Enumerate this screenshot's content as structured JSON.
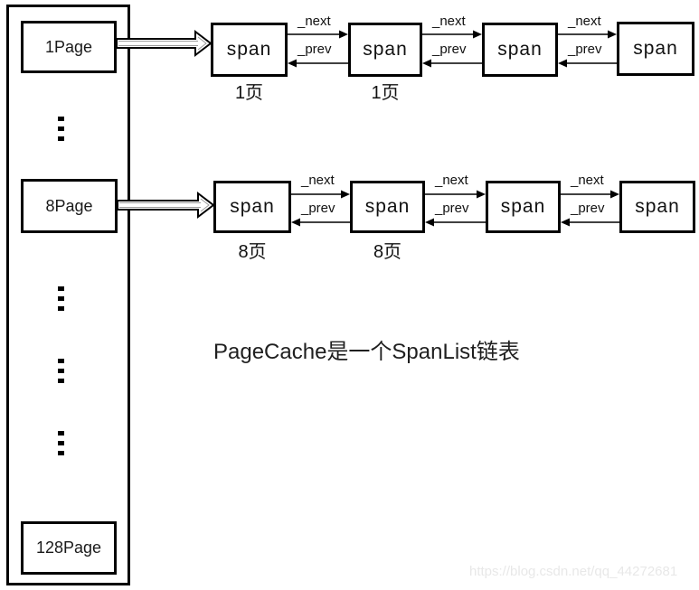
{
  "diagram": {
    "title": "PageCache是一个SpanList链表",
    "watermark": "https://blog.csdn.net/qq_44272681"
  },
  "page_cache": {
    "buckets": [
      {
        "label": "1Page"
      },
      {
        "label": "8Page"
      },
      {
        "label": "128Page"
      }
    ]
  },
  "link_labels": {
    "next": "_next",
    "prev": "_prev"
  },
  "rows": [
    {
      "bucket": "1Page",
      "spans": [
        {
          "label": "span"
        },
        {
          "label": "span"
        },
        {
          "label": "span"
        },
        {
          "label": "span"
        }
      ],
      "captions": [
        "1页",
        "1页"
      ]
    },
    {
      "bucket": "8Page",
      "spans": [
        {
          "label": "span"
        },
        {
          "label": "span"
        },
        {
          "label": "span"
        },
        {
          "label": "span"
        }
      ],
      "captions": [
        "8页",
        "8页"
      ]
    }
  ],
  "colors": {
    "line": "#000000",
    "background": "#ffffff",
    "title_text": "#1f1f1f",
    "watermark_text": "#e8e8e8"
  }
}
